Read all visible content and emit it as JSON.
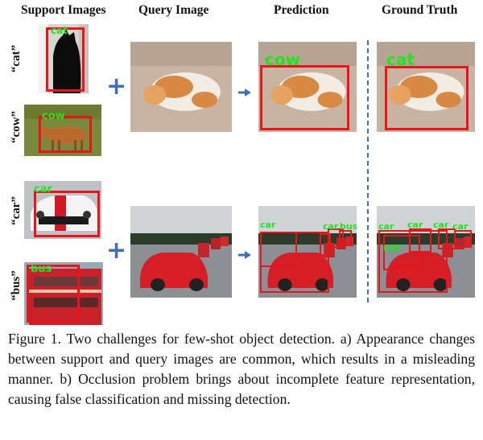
{
  "headers": {
    "support": "Support Images",
    "query": "Query Image",
    "prediction": "Prediction",
    "ground_truth": "Ground Truth"
  },
  "row_labels": {
    "cat": "“cat”",
    "cow": "“cow”",
    "car": "“car”",
    "bus": "“bus”"
  },
  "detections": {
    "support_cat": "cat",
    "support_cow": "cow",
    "support_car": "car",
    "support_bus": "bus",
    "pred_cow": "cow",
    "gt_cat": "cat",
    "pred_car_1": "car",
    "pred_car_2": "car",
    "pred_bus": "bus",
    "gt_car_1": "car",
    "gt_car_2": "car",
    "gt_car_3": "car",
    "gt_car_4": "car",
    "gt_car_5": "car"
  },
  "caption": "Figure 1. Two challenges for few-shot object detection. a) Appearance changes between support and query images are common, which results in a misleading manner. b) Occlusion problem brings about incomplete feature representation, causing false classification and missing detection.",
  "colors": {
    "box": "#e8151b",
    "label": "#1ee61e",
    "accent": "#3f6fb5"
  }
}
